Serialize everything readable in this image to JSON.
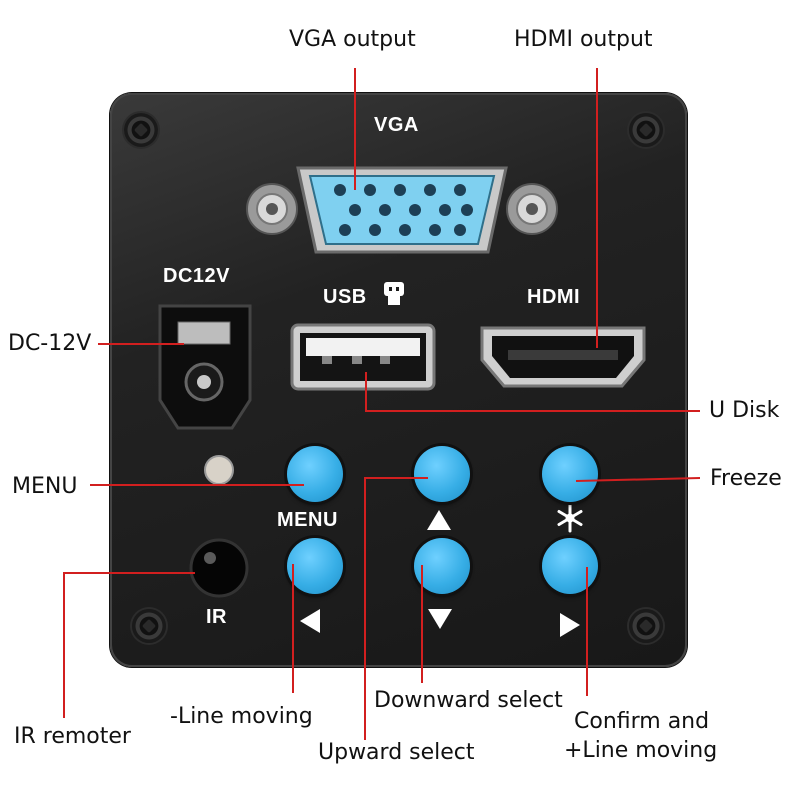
{
  "panel": {
    "labels": {
      "vga": "VGA",
      "dc12v": "DC12V",
      "usb": "USB",
      "hdmi": "HDMI",
      "menu": "MENU",
      "ir": "IR"
    }
  },
  "callouts": {
    "vga_output": "VGA output",
    "hdmi_output": "HDMI output",
    "dc_12v": "DC-12V",
    "u_disk": "U Disk",
    "menu": "MENU",
    "freeze": "Freeze",
    "ir_remoter": "IR remoter",
    "line_moving_minus": "-Line moving",
    "downward_select": "Downward select",
    "upward_select": "Upward select",
    "confirm_line1": "Confirm and",
    "confirm_line2": "+Line moving"
  },
  "colors": {
    "button_blue": "#37aee6",
    "leader_red": "#d21f1f",
    "panel_black": "#1c1c1c",
    "vga_connector_blue": "#7fd0f0"
  },
  "icons": {
    "usb": "usb-trident-icon",
    "freeze": "snowflake-icon"
  }
}
